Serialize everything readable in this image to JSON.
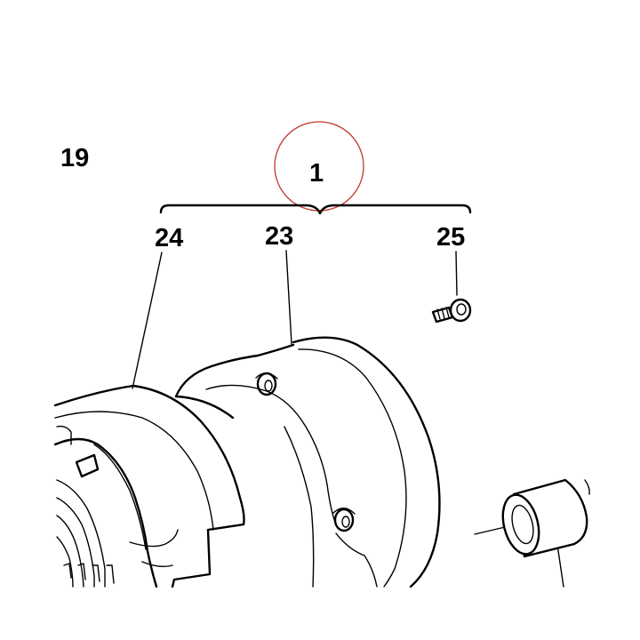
{
  "callouts": {
    "figure_number": "19",
    "assembly": "1",
    "part_left": "24",
    "part_middle": "23",
    "part_right": "25"
  },
  "colors": {
    "ink": "#000000",
    "background": "#ffffff",
    "highlight_circle": "#c0392b"
  }
}
